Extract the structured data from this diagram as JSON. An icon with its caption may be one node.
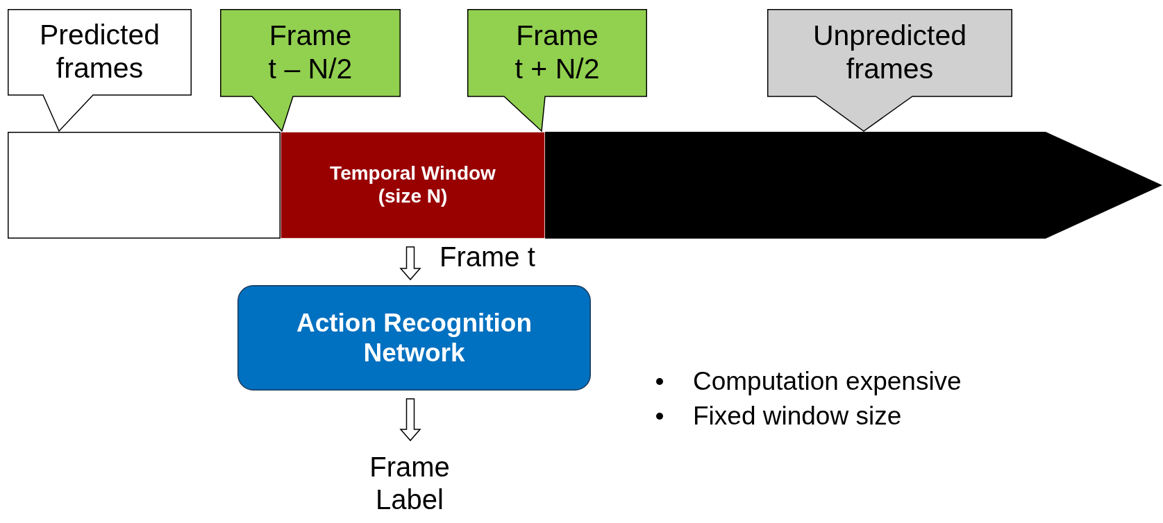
{
  "diagram": {
    "nodes": [
      {
        "text": [
          "Predicted frames"
        ]
      },
      {
        "text": [
          "Frame t – N/2"
        ]
      },
      {
        "text": [
          "Frame t + N/2"
        ]
      },
      {
        "text": [
          "Unpredicted frames"
        ]
      },
      {
        "text": [],
        "shape": "box"
      },
      {
        "text": [
          "Temporal Window (size N)"
        ]
      },
      {
        "text": [],
        "shape": "arrow"
      },
      {
        "text": [
          "Action Recognition Network"
        ]
      },
      {
        "text": [
          "Frame Label"
        ]
      }
    ],
    "edges": [
      {
        "from": 5,
        "to": 7,
        "arrow": "to",
        "label": "Frame t"
      },
      {
        "from": 7,
        "to": 8,
        "arrow": "to"
      }
    ],
    "labels": [
      "Computation expensive",
      "Fixed window size"
    ]
  }
}
